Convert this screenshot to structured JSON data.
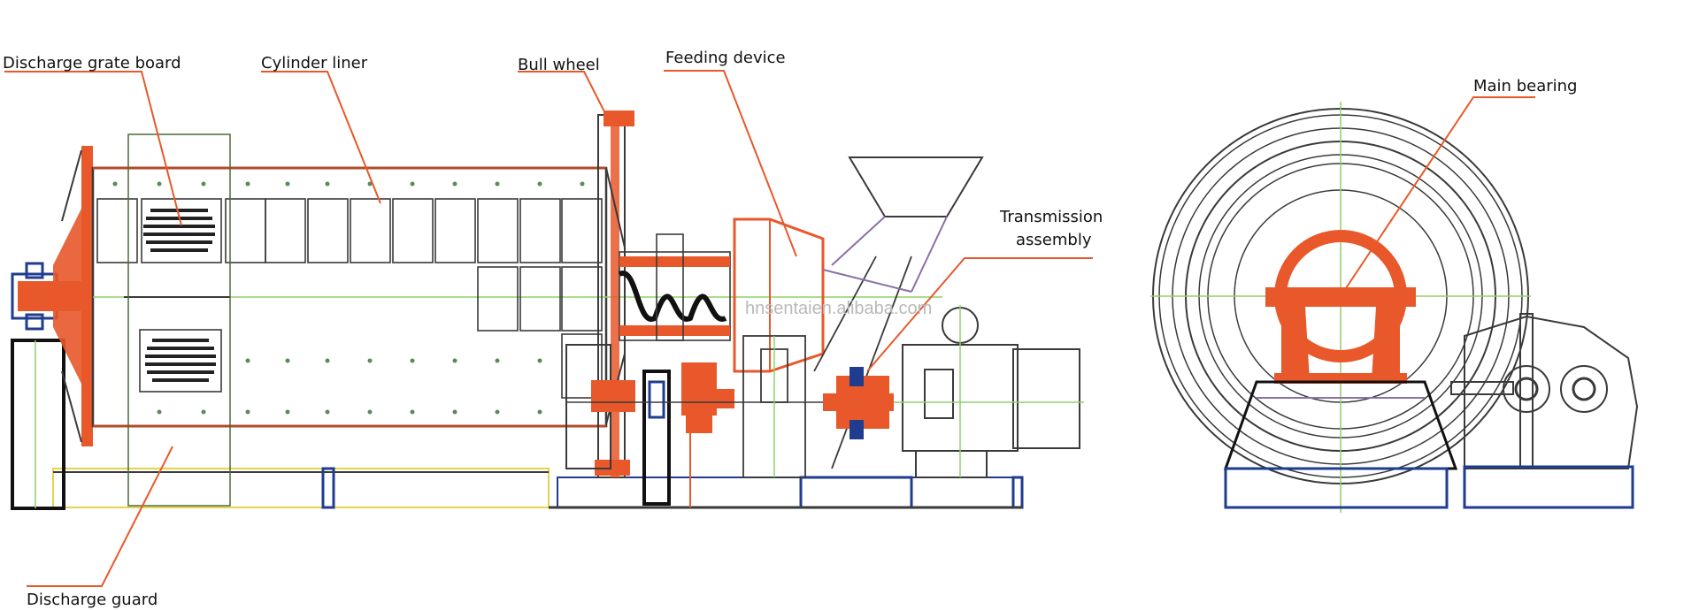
{
  "labels": {
    "discharge_grate_board": "Discharge grate board",
    "cylinder_liner": "Cylinder liner",
    "bull_wheel": "Bull wheel",
    "feeding_device": "Feeding device",
    "transmission_assembly_line1": "Transmission",
    "transmission_assembly_line2": "assembly",
    "main_bearing": "Main bearing",
    "discharge_guard": "Discharge guard"
  },
  "watermark": "hnsentaien.alibaba.com",
  "colors": {
    "leader_line": "#e8582a",
    "machine_orange": "#e8582a",
    "outline": "#3a3a3a",
    "frame_blue": "#1f3c8f",
    "center_green": "#8fd06a",
    "base_yellow": "#e8d24a",
    "hopper_purple": "#8a6fa8"
  }
}
